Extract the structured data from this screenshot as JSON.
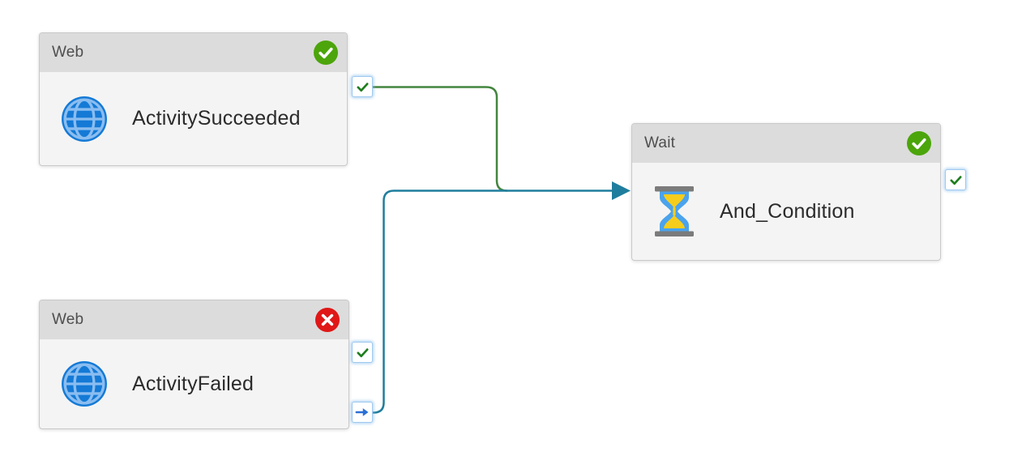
{
  "canvas": {
    "background": "#ffffff"
  },
  "colors": {
    "status_success_green": "#4ca50b",
    "status_failed_red": "#e01717",
    "port_check_green": "#1e7d1e",
    "port_arrow_blue": "#2b6fd4",
    "connector_success": "#43853f",
    "connector_completion": "#1f7e9d",
    "globe_blue": "#147ad6",
    "globe_lines": "#8abdf0",
    "hourglass_glass_blue": "#4aa3ed",
    "hourglass_sand_yellow": "#f7cd1b",
    "hourglass_caps_gray": "#7b7b7b"
  },
  "nodes": [
    {
      "type_label": "Web",
      "name": "ActivitySucceeded",
      "status": "succeeded",
      "icon": "globe-icon",
      "ports": [
        {
          "kind": "success",
          "icon": "check-icon"
        }
      ]
    },
    {
      "type_label": "Web",
      "name": "ActivityFailed",
      "status": "failed",
      "icon": "globe-icon",
      "ports": [
        {
          "kind": "success",
          "icon": "check-icon"
        },
        {
          "kind": "completion",
          "icon": "arrow-right-icon"
        }
      ]
    },
    {
      "type_label": "Wait",
      "name": "And_Condition",
      "status": "succeeded",
      "icon": "hourglass-icon",
      "ports": [
        {
          "kind": "success",
          "icon": "check-icon"
        }
      ]
    }
  ],
  "connections": [
    {
      "from": "ActivitySucceeded",
      "source_port": "success",
      "to": "And_Condition",
      "color": "#43853f"
    },
    {
      "from": "ActivityFailed",
      "source_port": "completion",
      "to": "And_Condition",
      "color": "#1f7e9d"
    }
  ]
}
